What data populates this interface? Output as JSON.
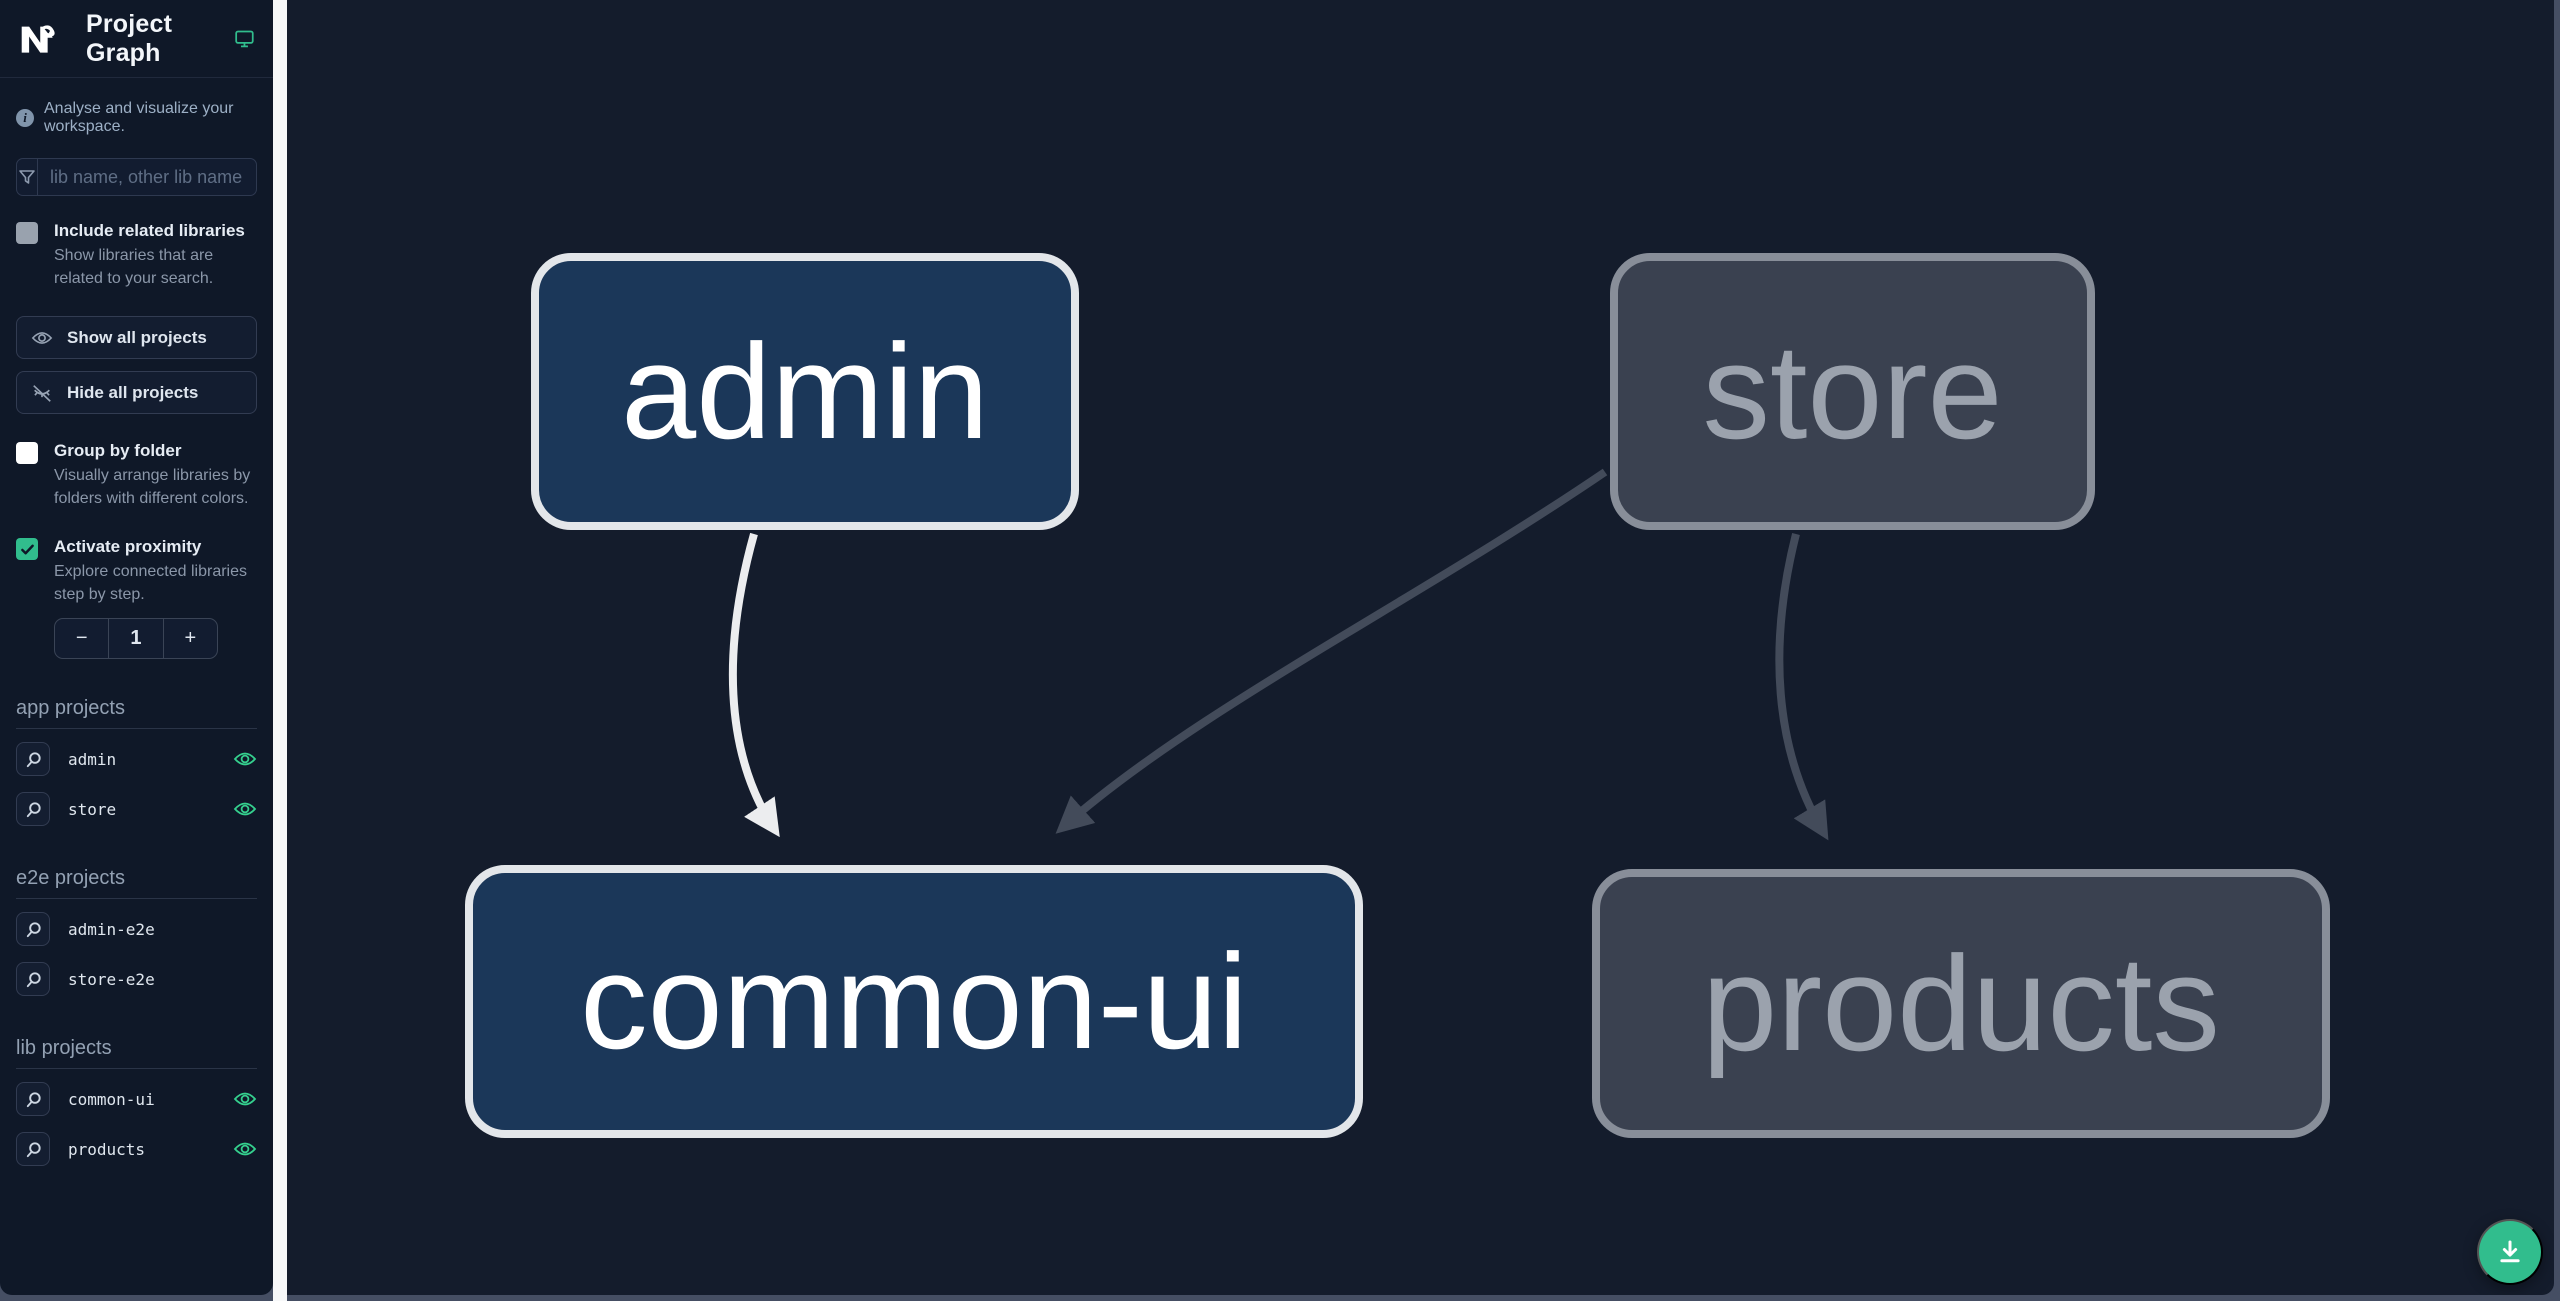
{
  "header": {
    "title": "Project Graph"
  },
  "sidebar": {
    "tagline": "Analyse and visualize your workspace.",
    "search": {
      "placeholder": "lib name, other lib name"
    },
    "options": {
      "include_related": {
        "label": "Include related libraries",
        "description": "Show libraries that are related to your search.",
        "checked": false
      },
      "group_by_folder": {
        "label": "Group by folder",
        "description": "Visually arrange libraries by folders with different colors.",
        "checked": false
      },
      "activate_proximity": {
        "label": "Activate proximity",
        "description": "Explore connected libraries step by step.",
        "checked": true
      }
    },
    "actions": {
      "show_all": "Show all projects",
      "hide_all": "Hide all projects"
    },
    "proximity": {
      "decrement": "−",
      "value": "1",
      "increment": "+"
    },
    "sections": [
      {
        "title": "app projects",
        "items": [
          {
            "name": "admin",
            "visible": true
          },
          {
            "name": "store",
            "visible": true
          }
        ]
      },
      {
        "title": "e2e projects",
        "items": [
          {
            "name": "admin-e2e",
            "visible": false
          },
          {
            "name": "store-e2e",
            "visible": false
          }
        ]
      },
      {
        "title": "lib projects",
        "items": [
          {
            "name": "common-ui",
            "visible": true
          },
          {
            "name": "products",
            "visible": true
          }
        ]
      }
    ]
  },
  "graph": {
    "nodes": [
      {
        "id": "admin",
        "label": "admin",
        "state": "focused"
      },
      {
        "id": "store",
        "label": "store",
        "state": "faded"
      },
      {
        "id": "common-ui",
        "label": "common-ui",
        "state": "focused"
      },
      {
        "id": "products",
        "label": "products",
        "state": "faded"
      }
    ],
    "edges": [
      {
        "source": "admin",
        "target": "common-ui",
        "state": "highlighted"
      },
      {
        "source": "store",
        "target": "common-ui",
        "state": "faded"
      },
      {
        "source": "store",
        "target": "products",
        "state": "faded"
      }
    ]
  },
  "fab": {
    "action": "download"
  },
  "colors": {
    "accent": "#31bd8d",
    "eye_green": "#35d08e",
    "sidebar_bg": "#0f1828",
    "canvas_bg": "#141c2c",
    "page_strip": "#454e63",
    "divider": "#f7f8f9",
    "node_focused_fill": "#1b3759",
    "node_focused_border": "#e3e6ea",
    "node_focused_text": "#ffffff",
    "node_faded_fill": "#3a4150",
    "node_faded_border": "#888e99",
    "node_faded_text": "#9ba2ad",
    "edge_highlight": "#ecedef",
    "edge_faded": "#434b5a"
  }
}
